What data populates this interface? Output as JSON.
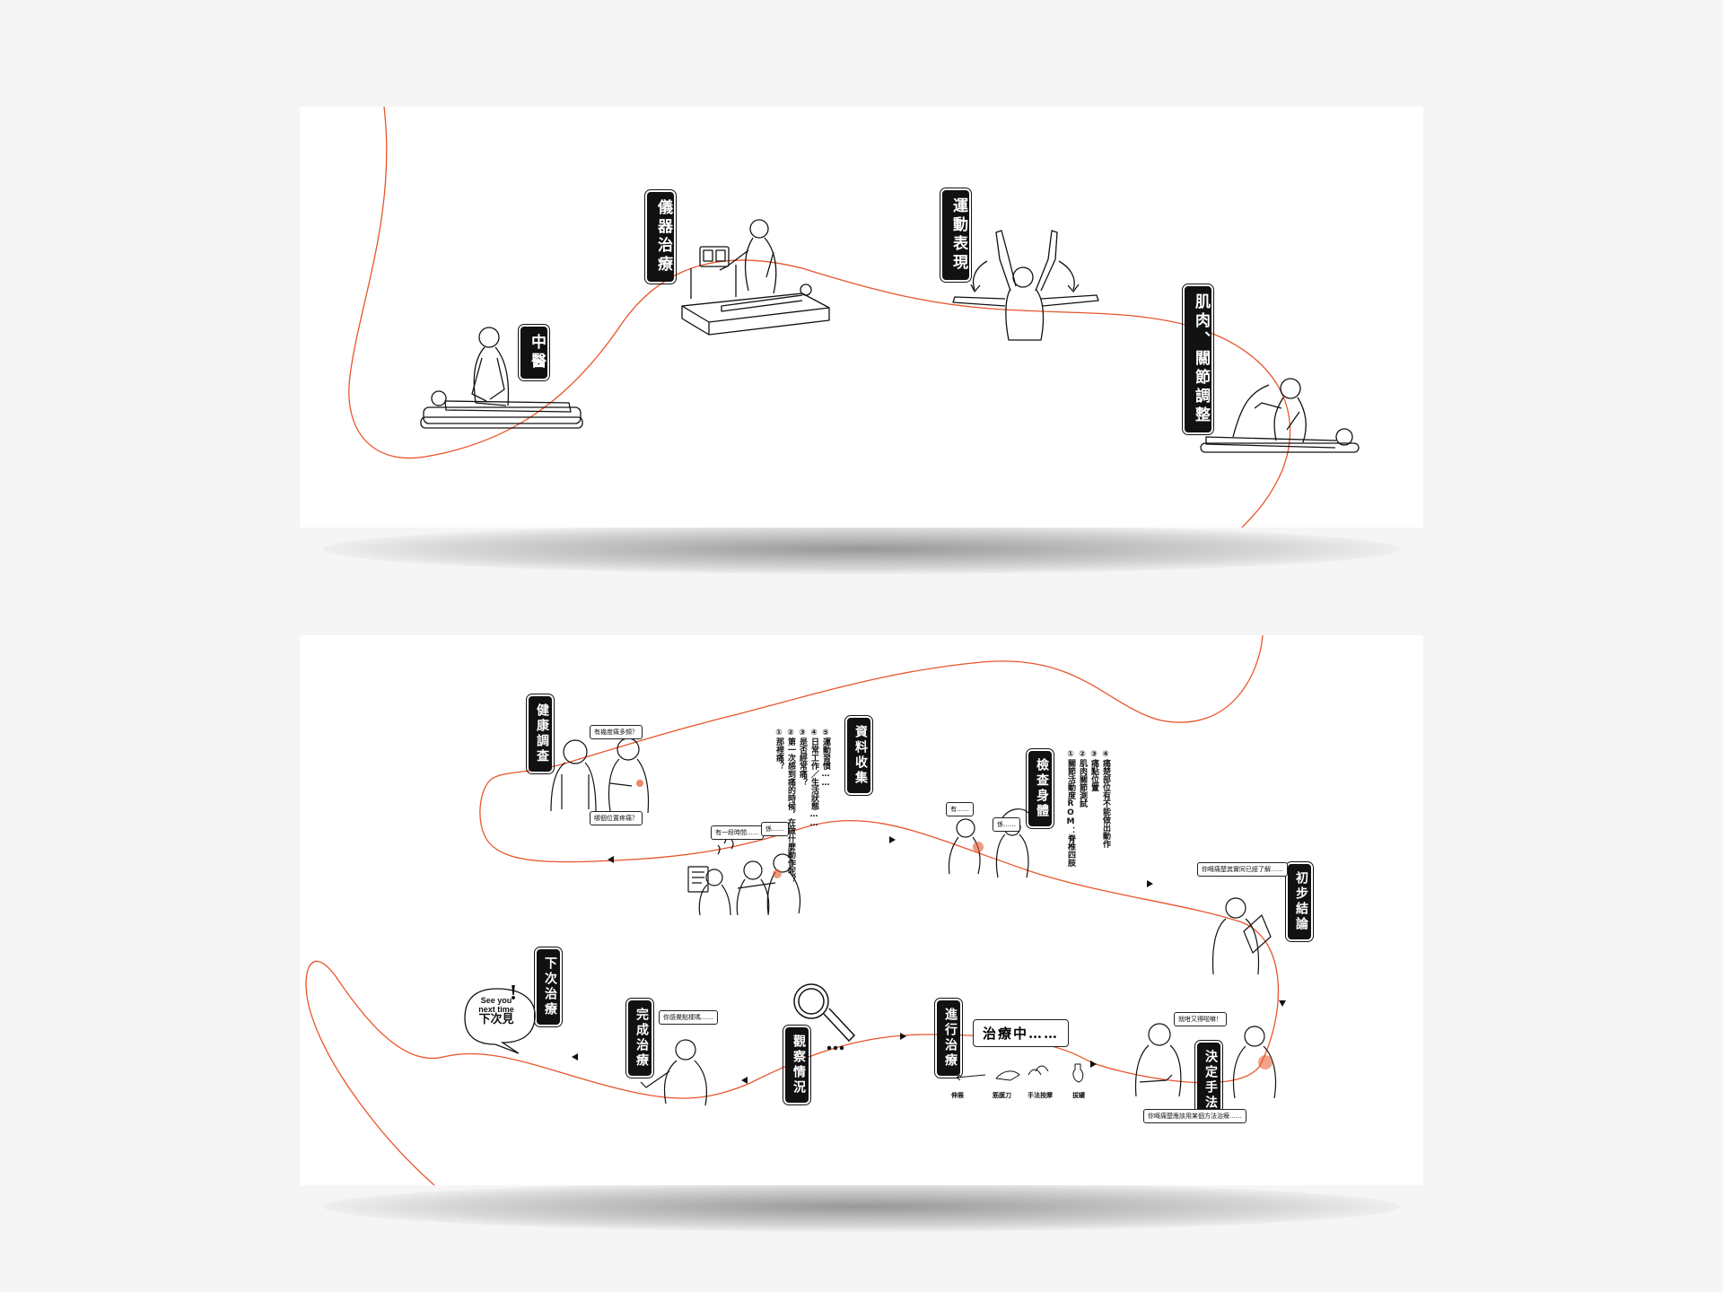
{
  "accent_color": "#e8552a",
  "top_panel": {
    "stations": [
      {
        "label": "中醫",
        "icon": "cpr-massage-icon"
      },
      {
        "label": "儀器治療",
        "icon": "instrument-therapy-icon"
      },
      {
        "label": "運動表現",
        "icon": "arms-raised-icon"
      },
      {
        "label": "肌肉、關節調整",
        "icon": "joint-adjustment-icon"
      }
    ]
  },
  "bottom_panel": {
    "health_survey": {
      "label": "健康調查",
      "bubble_top": "有幾度痛多頻？",
      "bubble_bottom": "哪個位置疼痛？"
    },
    "data_collection": {
      "label": "資料收集",
      "questions": [
        "①那裡痛？",
        "②第一次感到痛的時候，在做什麼動作呢？",
        "③是否經常痛？",
        "④日常工作／生活狀態……",
        "⑤運動習慣……"
      ],
      "bubble_a": "有一段時間……",
      "bubble_b": "係……"
    },
    "body_check": {
      "label": "檢查身體",
      "items": [
        "①關節活動度ROM：脊椎四肢",
        "②肌肉關節測試",
        "③痛點位置",
        "④痛楚部位有不能做出動作"
      ],
      "bubble_a": "有……",
      "bubble_b": "係……"
    },
    "preliminary_conclusion": {
      "label": "初步結論",
      "bubble": "你嘅痛楚其實同已經了解……"
    },
    "decide_method": {
      "label": "決定手法",
      "bubble_top": "就咁又得啦嘛！",
      "bubble_bottom": "你嘅痛楚應該用某個方法治療……"
    },
    "in_treatment": {
      "label": "進行治療",
      "status": "治療中……",
      "tools": [
        "伸展",
        "筋膜刀",
        "手法按摩",
        "拔罐"
      ]
    },
    "observe": {
      "label": "觀察情況"
    },
    "complete": {
      "label": "完成治療",
      "bubble": "你感覺點樣嗎……"
    },
    "next_treatment": {
      "label": "下次治療",
      "see_you_line1": "See you",
      "see_you_line2": "next time",
      "see_you_cn": "下次見",
      "exclaim": "!"
    }
  }
}
